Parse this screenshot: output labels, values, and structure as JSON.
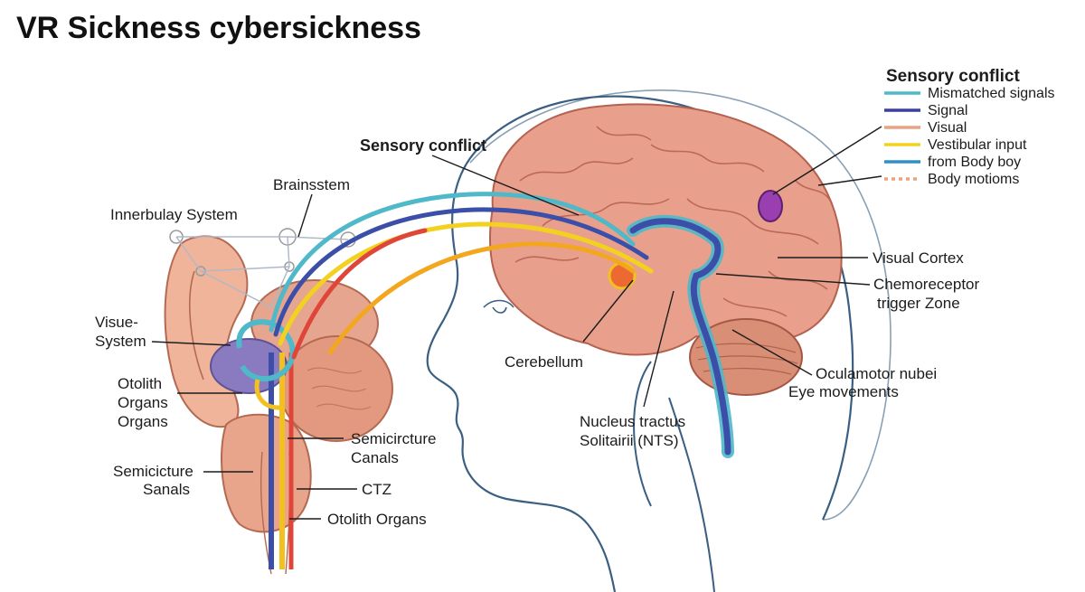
{
  "title": "VR Sickness cybersickness",
  "legend": {
    "title": "Sensory conflict",
    "items": [
      {
        "label": "Mismatched signals",
        "color": "#4fb8c9",
        "style": "solid"
      },
      {
        "label": "Signal",
        "color": "#3b3f9e",
        "style": "solid"
      },
      {
        "label": "Visual",
        "color": "#e8a383",
        "style": "solid"
      },
      {
        "label": "Vestibular input",
        "color": "#f2d21f",
        "style": "solid"
      },
      {
        "label": "from Body boy",
        "color": "#2f8fc9",
        "style": "solid"
      },
      {
        "label": "Body motioms",
        "color": "#e8a383",
        "style": "dashed"
      }
    ]
  },
  "labels": {
    "sensory_conflict": "Sensory conflict",
    "brainstem": "Brainsstem",
    "innerbulay": "Innerbulay System",
    "visue_1": "Visue-",
    "visue_2": "System",
    "otolith_1": "Otolith",
    "otolith_2": "Organs",
    "otolith_3": "Organs",
    "semicircture_1": "Semicircture",
    "semicircture_2": "Canals",
    "semicicture_1": "Semicicture",
    "semicicture_2": "Sanals",
    "ctz": "CTZ",
    "otolith_organs": "Otolith Organs",
    "cerebellum": "Cerebellum",
    "nts_1": "Nucleus tractus",
    "nts_2": "Solitairii (NTS)",
    "visual_cortex": "Visual Cortex",
    "chemo_1": "Chemoreceptor",
    "chemo_2": "trigger Zone",
    "oculo_1": "Oculamotor nubei",
    "oculo_2": "Eye movements"
  },
  "colors": {
    "brain": "#e8a08c",
    "brain_dark": "#b5614f",
    "head_outline": "#3a5f82",
    "skin": "#f0b49a",
    "pathway_blue": "#3b4fa8",
    "pathway_cyan": "#4fb8c9",
    "pathway_yellow": "#f2c01f",
    "pathway_red": "#e0453a",
    "pathway_orange": "#f2a71f",
    "purple_dot": "#9a3fb0"
  }
}
